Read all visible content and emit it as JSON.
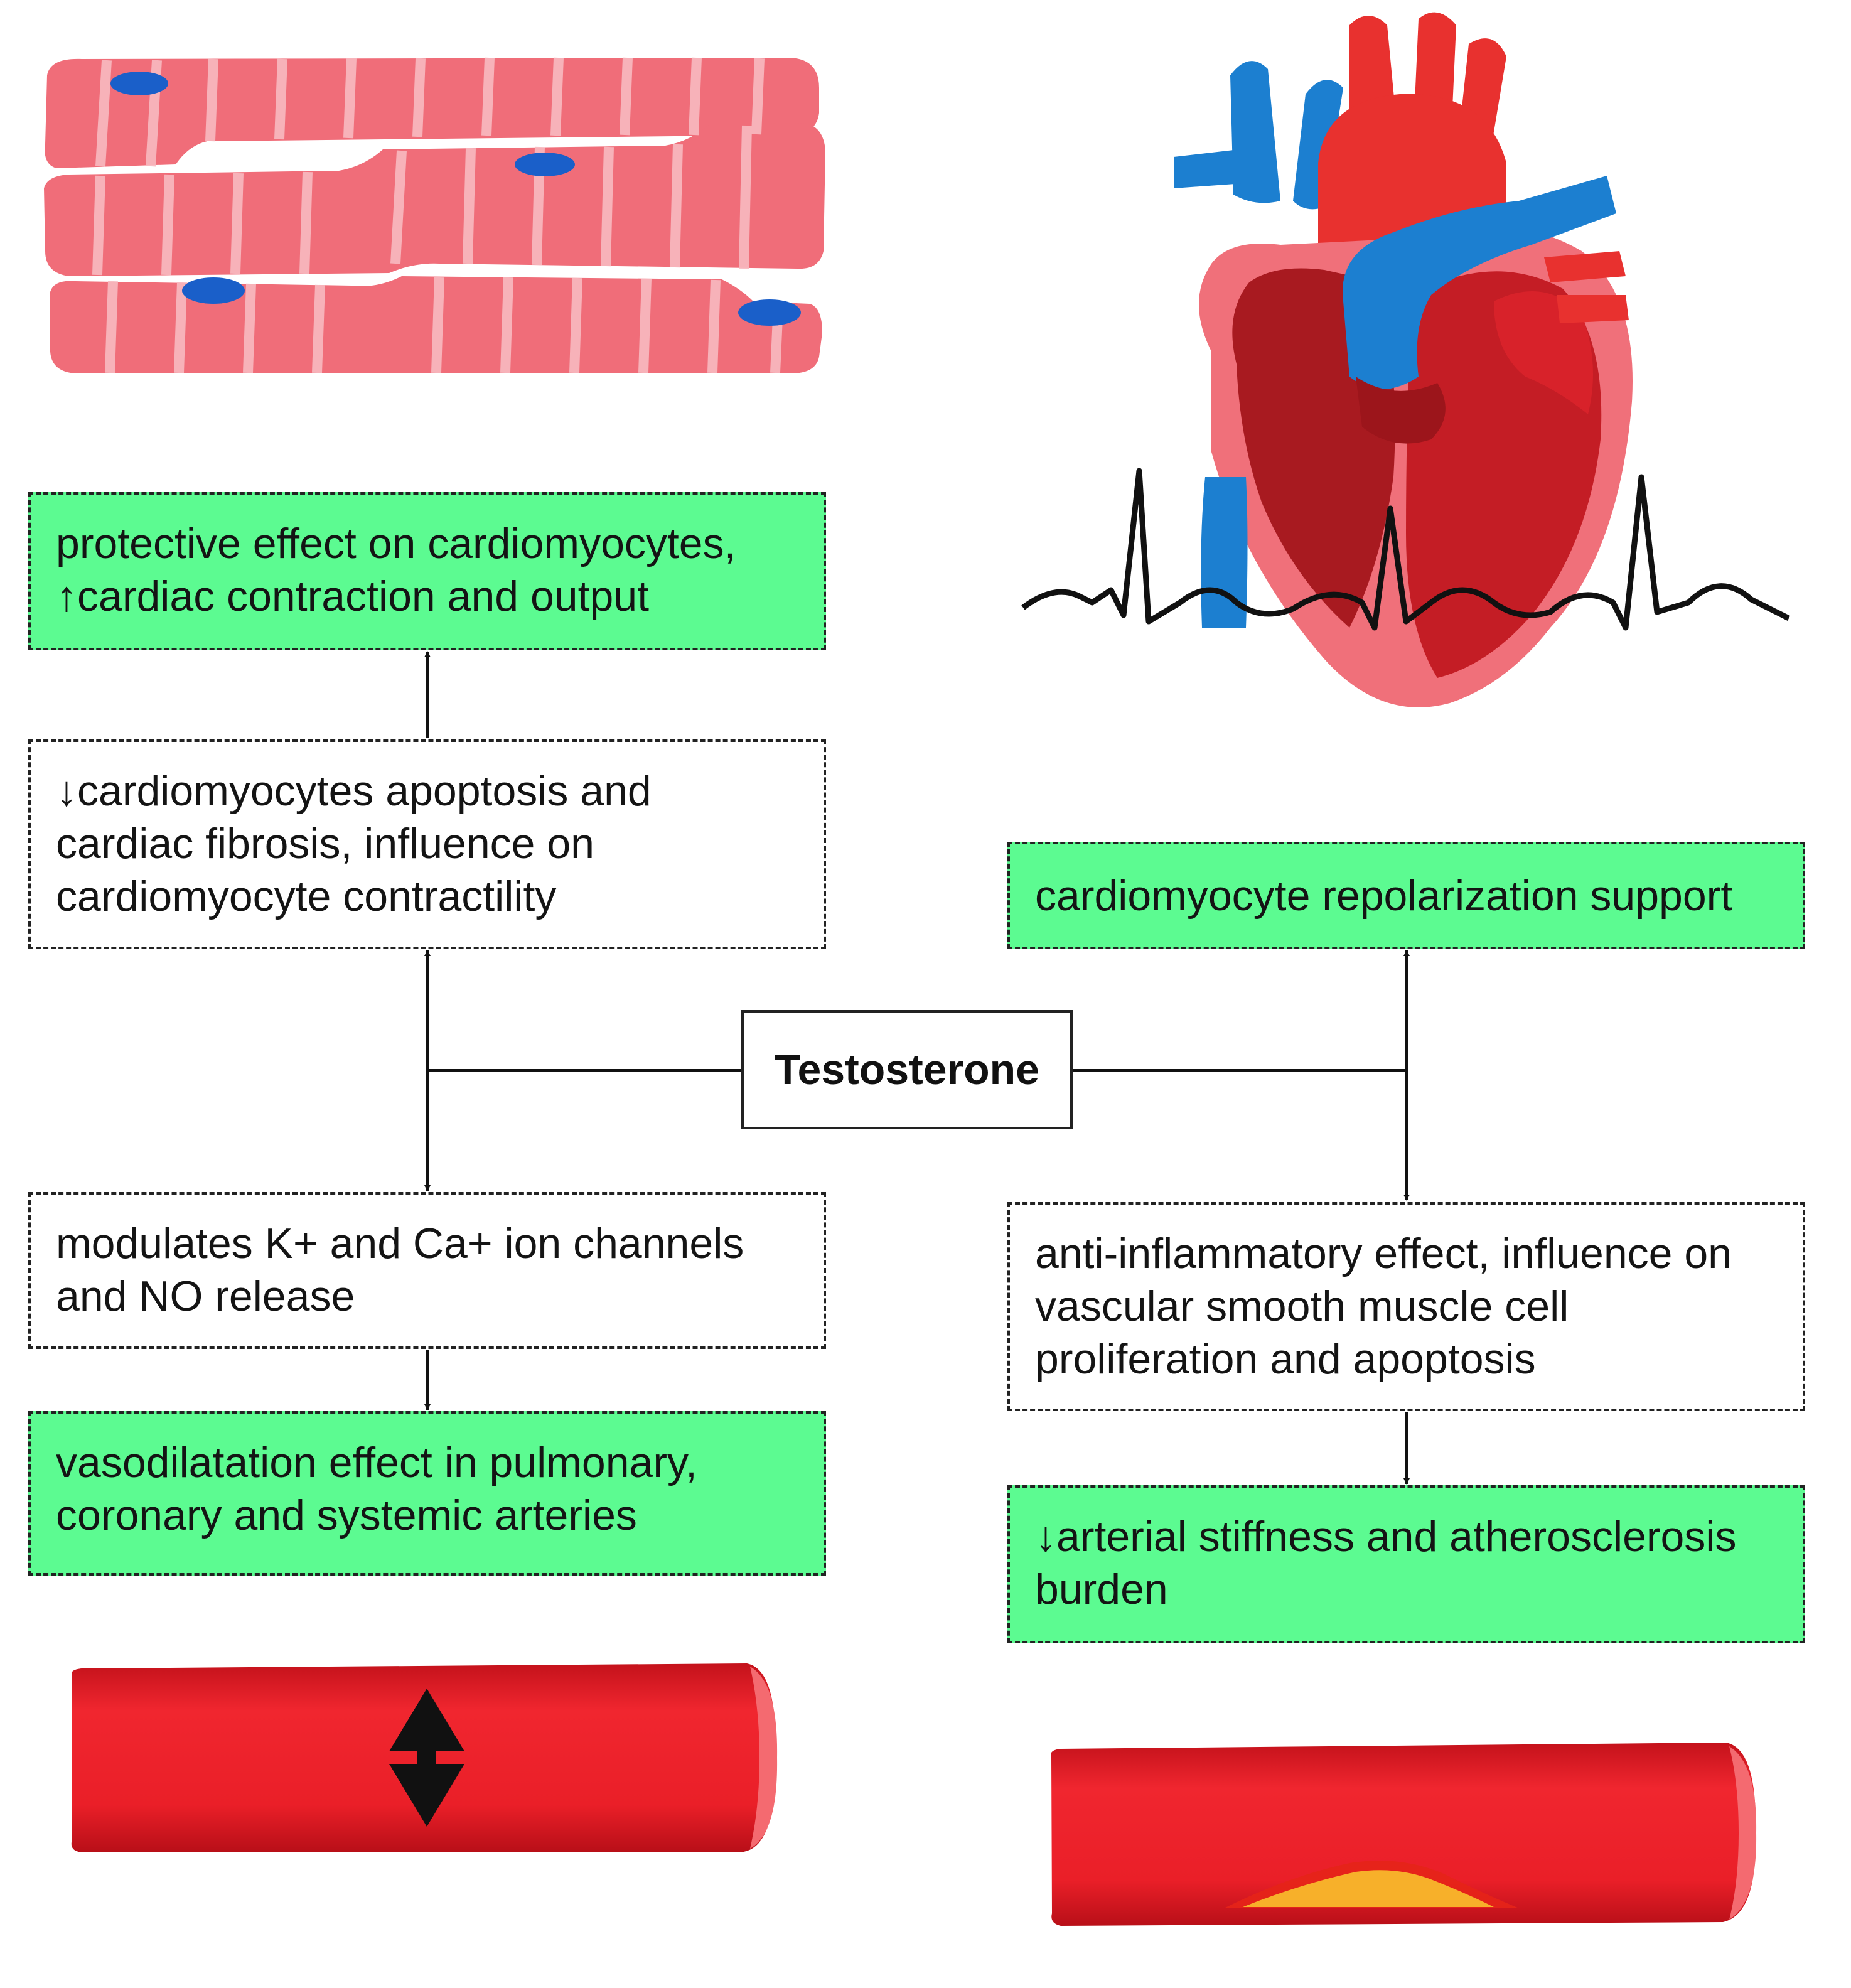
{
  "hub": {
    "label": "Testosterone"
  },
  "left": {
    "protective": {
      "label": "protective effect on cardiomyocytes, ↑cardiac contraction and output"
    },
    "apoptosis": {
      "label": "↓cardiomyocytes apoptosis and cardiac fibrosis, influence on cardiomyocyte contractility"
    },
    "ion_channels": {
      "label": "modulates K+ and Ca+ ion channels and NO release"
    },
    "vasodilatation": {
      "label": "vasodilatation effect in pulmonary, coronary and systemic arteries"
    }
  },
  "right": {
    "repolarization": {
      "label": "cardiomyocyte repolarization support"
    },
    "anti_inflammatory": {
      "label": "anti-inflammatory effect, influence on vascular smooth muscle cell proliferation and apoptosis"
    },
    "stiffness": {
      "label": "↓arterial stiffness and atherosclerosis burden"
    }
  },
  "colors": {
    "outcome_box": "#5cfb91",
    "muscle_fiber": "#f06d79",
    "nucleus": "#1a5fc9",
    "artery": "#e8212b",
    "vein": "#1c7fd0",
    "plaque": "#f7b02a"
  },
  "icons": [
    "cardiac-muscle-fibers-illustration",
    "heart-with-ecg-illustration",
    "dilated-artery-illustration",
    "atherosclerotic-artery-illustration"
  ]
}
